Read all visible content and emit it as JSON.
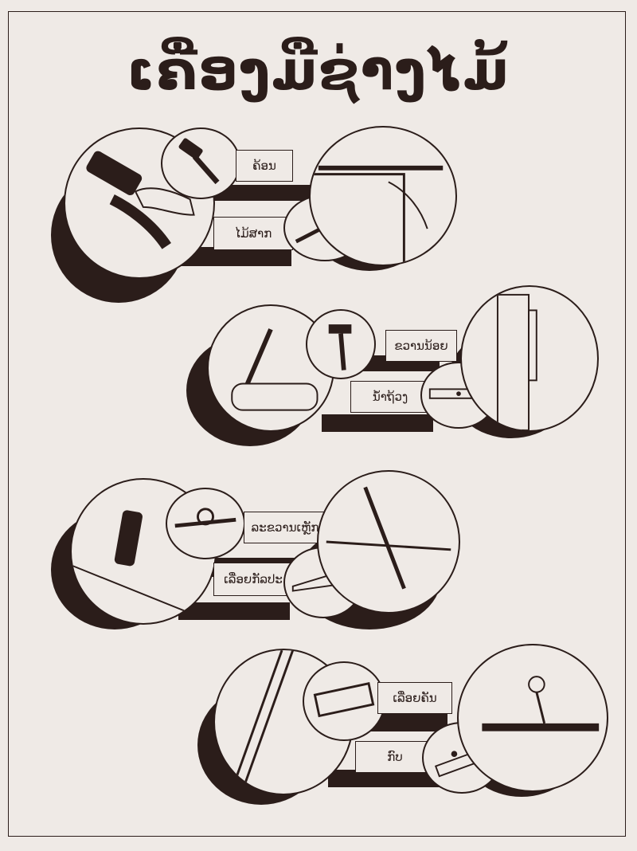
{
  "title": "ເຄື່ອງມືຊ່າງໄມ້",
  "sections": [
    {
      "tools": [
        {
          "label": "ຄ້ອນ",
          "icon": "hammer-icon"
        },
        {
          "label": "ໄມ້ສາກ",
          "icon": "try-square-icon"
        }
      ]
    },
    {
      "tools": [
        {
          "label": "ຂວານນ້ອຍ",
          "icon": "hatchet-icon"
        },
        {
          "label": "ນ້ຳຖ້ວງ",
          "icon": "spirit-level-icon"
        }
      ]
    },
    {
      "tools": [
        {
          "label": "ລະຂວານເຫຼັກ",
          "icon": "hand-drill-icon"
        },
        {
          "label": "ເລື່ອຍກັລປະ",
          "icon": "handsaw-icon"
        }
      ]
    },
    {
      "tools": [
        {
          "label": "ເລື່ອຍຄັນ",
          "icon": "bow-saw-icon"
        },
        {
          "label": "ກົບ",
          "icon": "plane-icon"
        }
      ]
    }
  ],
  "colors": {
    "ink": "#2b1d1a",
    "paper": "#efeae6"
  }
}
